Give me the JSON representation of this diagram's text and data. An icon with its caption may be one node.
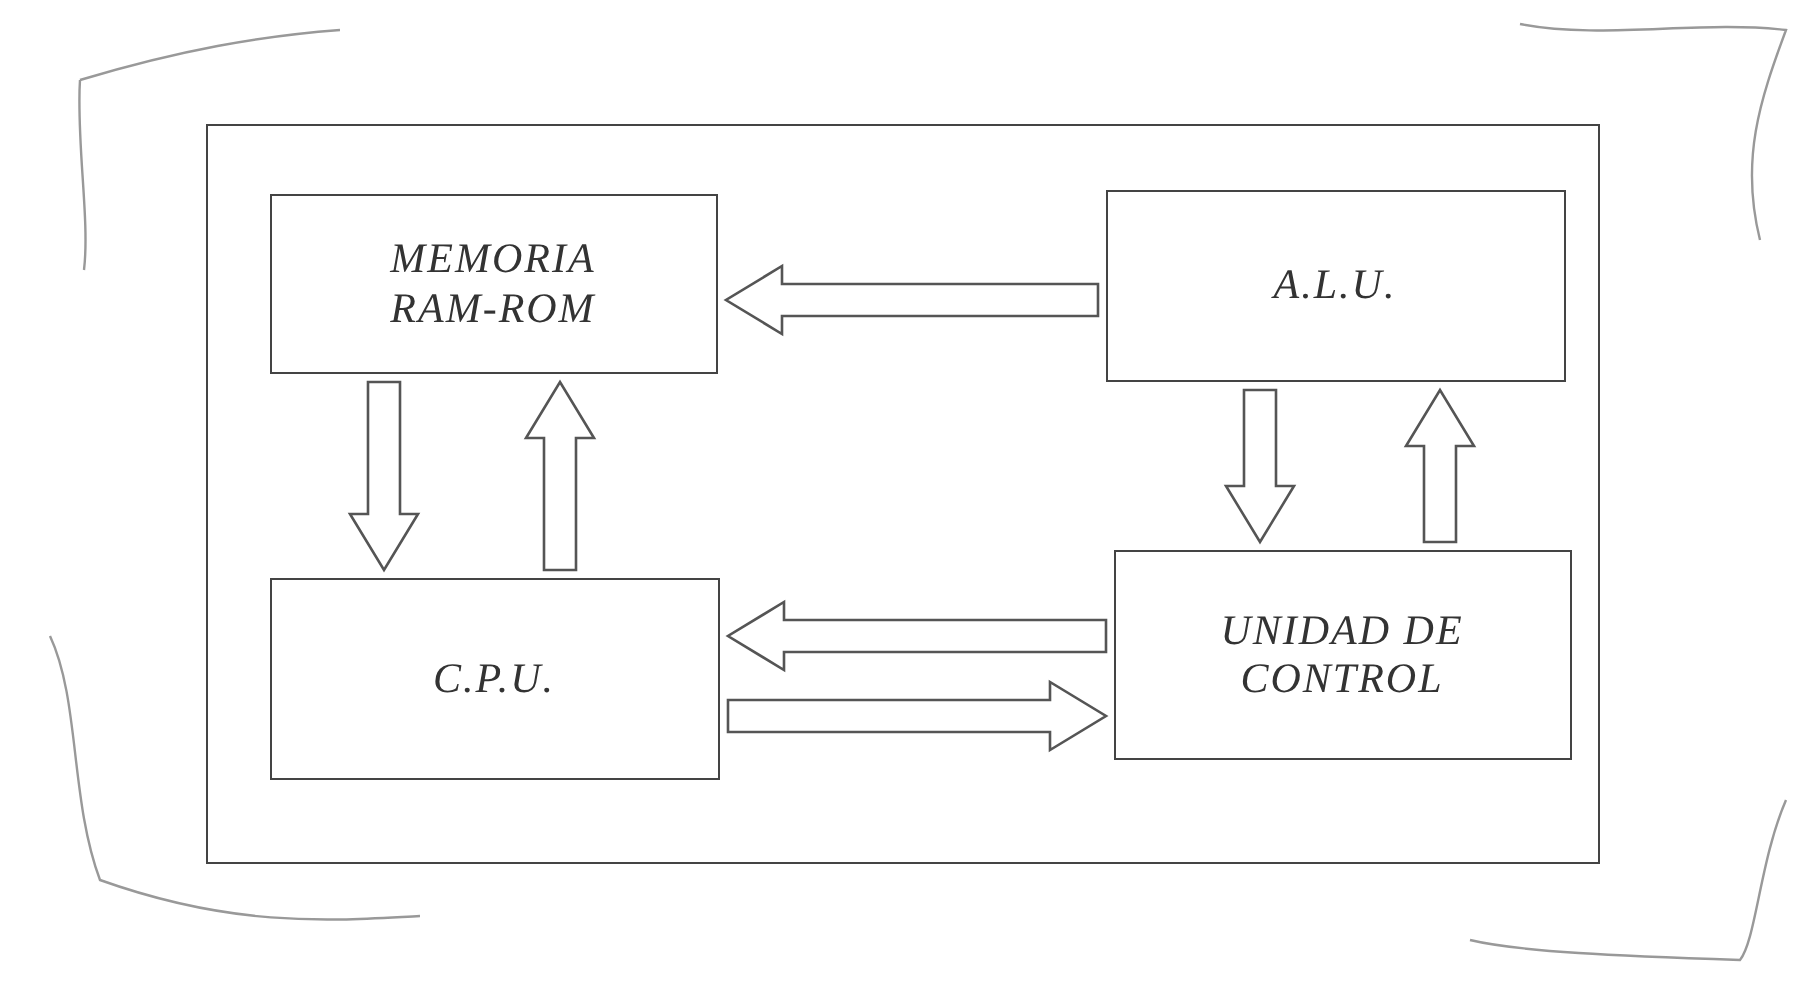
{
  "diagram": {
    "nodes": [
      {
        "text": [],
        "shape": "box"
      },
      {
        "text": [
          "MEMORIA RAM-ROM"
        ],
        "in": 0
      },
      {
        "text": [
          "A.L.U."
        ],
        "in": 0
      },
      {
        "text": [
          "C.P.U."
        ],
        "in": 0
      },
      {
        "text": [
          "UNIDAD DE CONTROL"
        ],
        "in": 0
      }
    ],
    "edges": [
      {
        "from": 2,
        "to": 1,
        "arrow": "to"
      },
      {
        "from": 1,
        "to": 3,
        "arrow": "to"
      },
      {
        "from": 3,
        "to": 1,
        "arrow": "to"
      },
      {
        "from": 2,
        "to": 4,
        "arrow": "to"
      },
      {
        "from": 4,
        "to": 2,
        "arrow": "to"
      },
      {
        "from": 4,
        "to": 3,
        "arrow": "to"
      },
      {
        "from": 3,
        "to": 4,
        "arrow": "to"
      }
    ]
  }
}
